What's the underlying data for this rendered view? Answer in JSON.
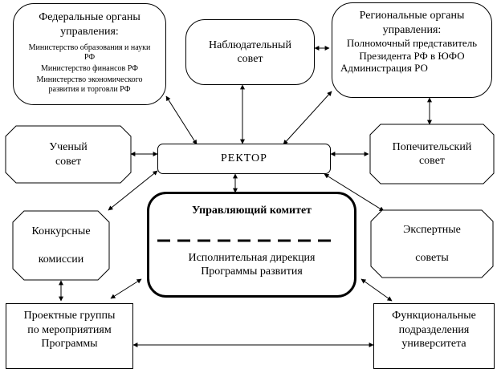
{
  "federal": {
    "title": "Федеральные органы\nуправления:",
    "items": [
      "Министерство образования и науки\nРФ",
      "Министерство финансов РФ",
      "Министерство экономического\nразвития и торговли РФ"
    ]
  },
  "supervisory": {
    "title": "Наблюдательный\nсовет"
  },
  "regional": {
    "title": "Региональные органы\nуправления:",
    "lines": [
      "Полномочный представитель\nПрезидента РФ в ЮФО",
      "Администрация РО"
    ]
  },
  "academic": {
    "title": "Ученый\nсовет"
  },
  "rector": {
    "title": "РЕКТОР"
  },
  "trustees": {
    "title": "Попечительский\nсовет"
  },
  "committee": {
    "title": "Управляющий комитет",
    "directorate": "Исполнительная дирекция\nПрограммы развития"
  },
  "competition": {
    "title": "Конкурсные\n\nкомиссии"
  },
  "experts": {
    "title": "Экспертные\n\nсоветы"
  },
  "projects": {
    "title": "Проектные группы\nпо мероприятиям\nПрограммы"
  },
  "functional": {
    "title": "Функциональные\nподразделения\nуниверситета"
  }
}
